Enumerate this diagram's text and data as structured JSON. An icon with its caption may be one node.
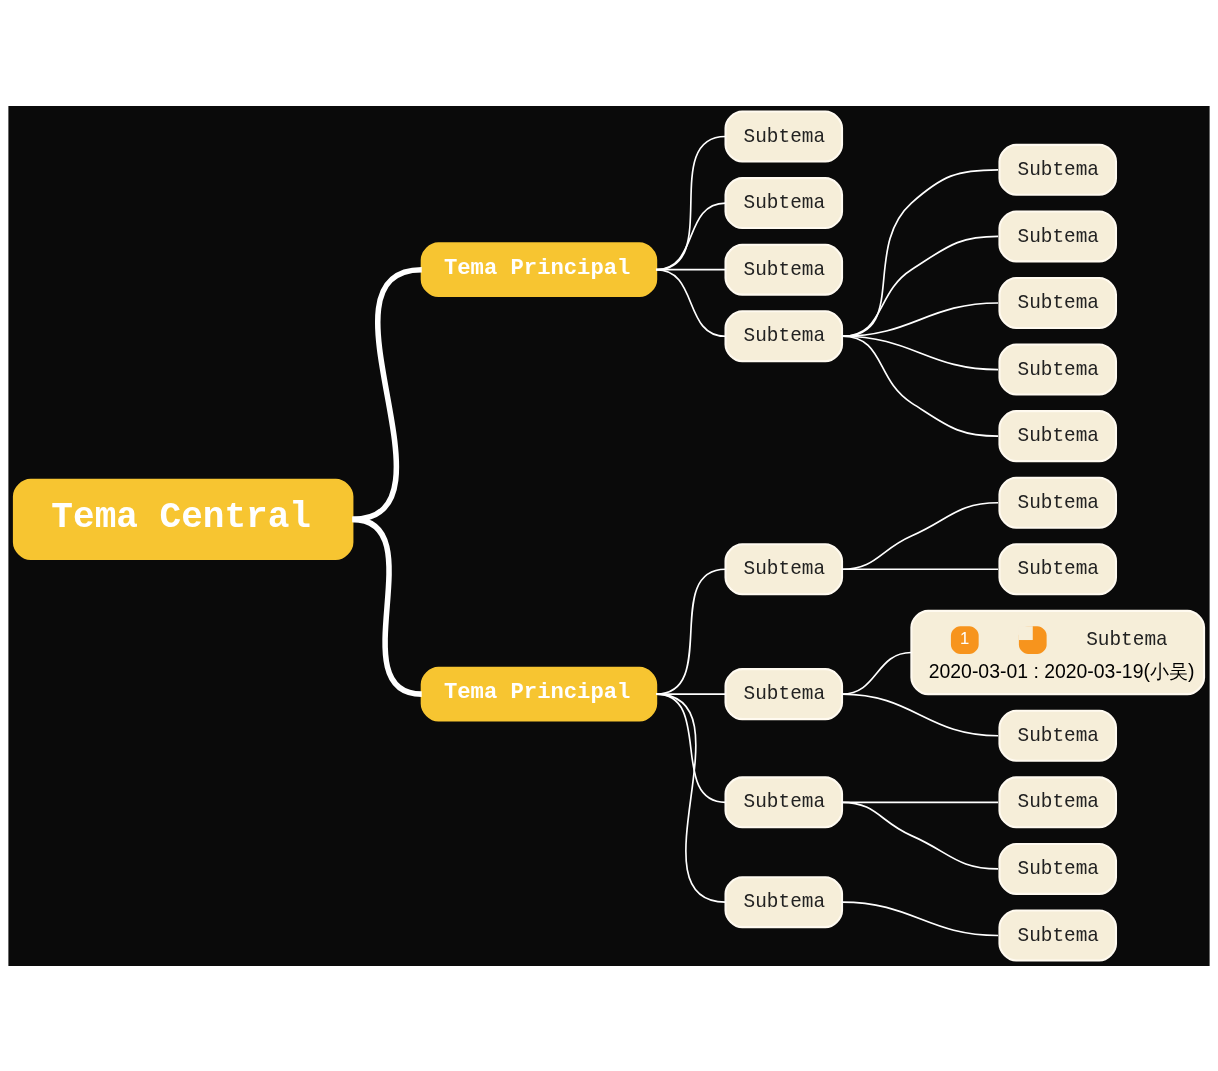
{
  "diagram": {
    "nodes": [
      {
        "text": [
          "Tema Central"
        ]
      },
      {
        "text": [
          "Tema Principal"
        ]
      },
      {
        "text": [
          "Subtema"
        ]
      },
      {
        "text": [
          "Subtema"
        ]
      },
      {
        "text": [
          "Subtema"
        ]
      },
      {
        "text": [
          "Subtema"
        ]
      },
      {
        "text": [
          "Subtema"
        ]
      },
      {
        "text": [
          "Subtema"
        ]
      },
      {
        "text": [
          "Subtema"
        ]
      },
      {
        "text": [
          "Subtema"
        ]
      },
      {
        "text": [
          "Subtema"
        ]
      },
      {
        "text": [
          "Tema Principal"
        ]
      },
      {
        "text": [
          "Subtema"
        ]
      },
      {
        "text": [
          "Subtema"
        ]
      },
      {
        "text": [
          "Subtema"
        ]
      },
      {
        "text": [
          "Subtema"
        ]
      },
      {
        "text": [
          "1",
          "Subtema",
          "2020-03-01 : 2020-03-19(小吴)"
        ]
      },
      {
        "text": [
          "Subtema"
        ]
      },
      {
        "text": [
          "Subtema"
        ]
      },
      {
        "text": [
          "Subtema"
        ]
      },
      {
        "text": [
          "Subtema"
        ]
      },
      {
        "text": [
          "Subtema"
        ]
      },
      {
        "text": [
          "Subtema"
        ]
      }
    ],
    "edges": [
      {
        "from": 0,
        "to": 1,
        "arrow": "none",
        "style": "thick"
      },
      {
        "from": 0,
        "to": 11,
        "arrow": "none",
        "style": "thick"
      },
      {
        "from": 1,
        "to": 2,
        "arrow": "none"
      },
      {
        "from": 1,
        "to": 3,
        "arrow": "none"
      },
      {
        "from": 1,
        "to": 4,
        "arrow": "none"
      },
      {
        "from": 1,
        "to": 5,
        "arrow": "none"
      },
      {
        "from": 5,
        "to": 6,
        "arrow": "none"
      },
      {
        "from": 5,
        "to": 7,
        "arrow": "none"
      },
      {
        "from": 5,
        "to": 8,
        "arrow": "none"
      },
      {
        "from": 5,
        "to": 9,
        "arrow": "none"
      },
      {
        "from": 5,
        "to": 10,
        "arrow": "none"
      },
      {
        "from": 11,
        "to": 12,
        "arrow": "none"
      },
      {
        "from": 11,
        "to": 15,
        "arrow": "none"
      },
      {
        "from": 11,
        "to": 18,
        "arrow": "none"
      },
      {
        "from": 11,
        "to": 21,
        "arrow": "none"
      },
      {
        "from": 12,
        "to": 13,
        "arrow": "none"
      },
      {
        "from": 12,
        "to": 14,
        "arrow": "none"
      },
      {
        "from": 15,
        "to": 16,
        "arrow": "none"
      },
      {
        "from": 15,
        "to": 17,
        "arrow": "none"
      },
      {
        "from": 18,
        "to": 19,
        "arrow": "none"
      },
      {
        "from": 18,
        "to": 20,
        "arrow": "none"
      },
      {
        "from": 21,
        "to": 22,
        "arrow": "none"
      }
    ]
  }
}
